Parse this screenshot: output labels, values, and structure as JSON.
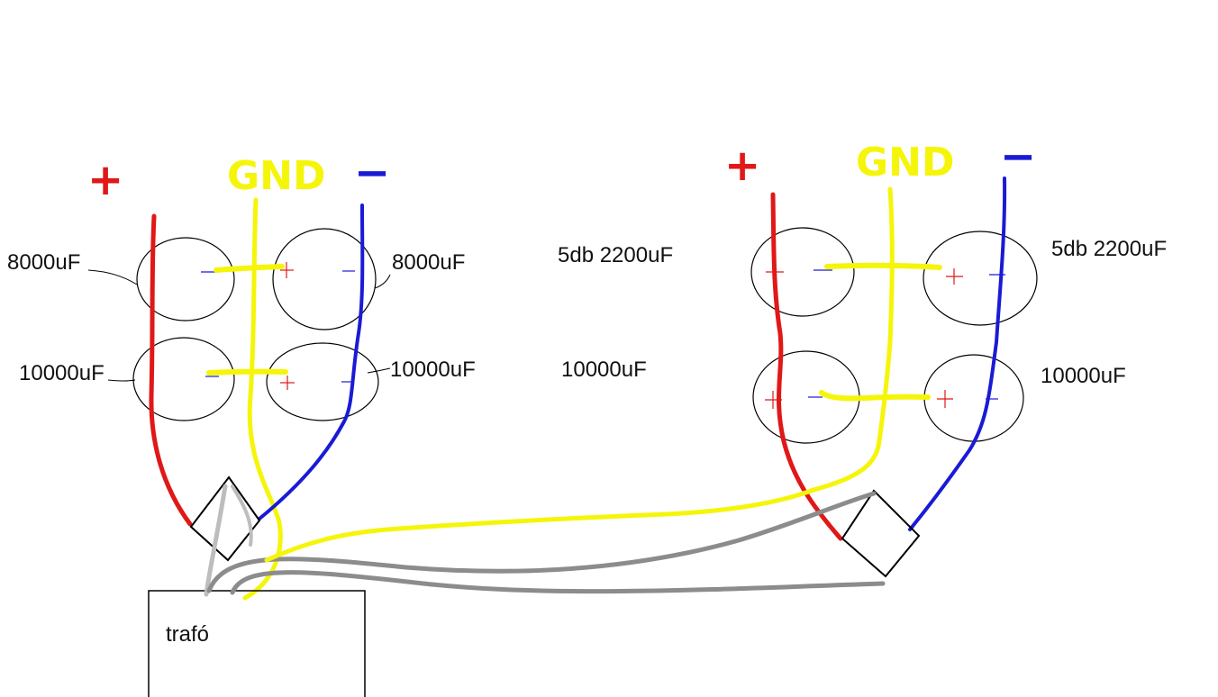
{
  "colors": {
    "positive": "#e01818",
    "ground": "#f5f50a",
    "negative": "#1a1ad6",
    "ac": "#8c8c8c",
    "ac_light": "#bdbdbd"
  },
  "left_board": {
    "plus_label": "+",
    "gnd_label": "GND",
    "minus_label": "−",
    "caps": {
      "top_left": "8000uF",
      "top_right": "8000uF",
      "bottom_left": "10000uF",
      "bottom_right": "10000uF"
    }
  },
  "right_board": {
    "plus_label": "+",
    "gnd_label": "GND",
    "minus_label": "−",
    "caps": {
      "top_note_left": "5db 2200uF",
      "top_note_right": "5db 2200uF",
      "bottom_note_left": "10000uF",
      "bottom_note_right": "10000uF"
    }
  },
  "transformer": {
    "label": "trafó"
  },
  "polarity": {
    "plus": "+",
    "minus": "−"
  }
}
